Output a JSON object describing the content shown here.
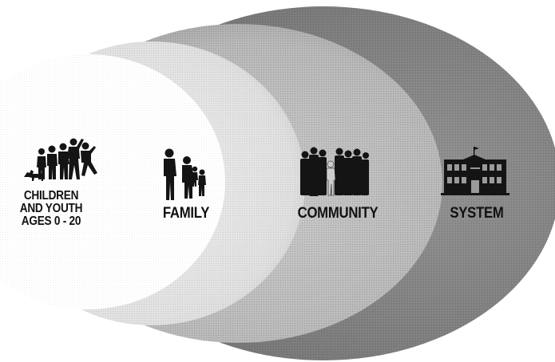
{
  "diagram": {
    "layers": [
      {
        "id": "children",
        "label_lines": [
          "CHILDREN",
          "AND YOUTH",
          "AGES 0 - 20"
        ],
        "icon": "children-playing-icon",
        "fill": "#ffffff"
      },
      {
        "id": "family",
        "label": "FAMILY",
        "icon": "family-icon",
        "fill": "#e6e6e6"
      },
      {
        "id": "community",
        "label": "COMMUNITY",
        "icon": "crowd-icon",
        "fill": "#c4c4c4"
      },
      {
        "id": "system",
        "label": "SYSTEM",
        "icon": "school-building-icon",
        "fill": "#9a9a9a"
      }
    ],
    "colors": {
      "text": "#111111",
      "silhouette": "#141414",
      "highlight_figure": "#c8c8c8"
    }
  }
}
